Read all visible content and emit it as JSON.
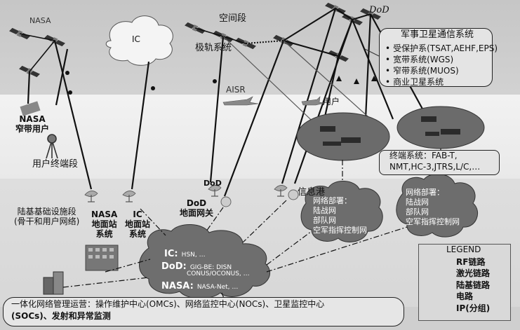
{
  "title_space": "空间段",
  "label_nasa": "NASA",
  "label_dod": "DoD",
  "label_ic_cloud": "IC",
  "label_polar": "极轨系统",
  "label_aisr": "AISR",
  "label_user": "用户",
  "label_nasa_user": "NASA\n窄带用户",
  "label_user_terminal_segment": "用户终端段",
  "label_ground_infra": "陆基基础设施段\n(骨干和用户网络)",
  "label_nasa_station": "NASA\n地面站\n系统",
  "label_ic_station": "IC\n地面站\n系统",
  "label_dod_gateway": "DoD\n地面网关",
  "label_dod_small": "DoD",
  "label_teleport": "信息港",
  "milsat": {
    "title": "军事卫星通信系统",
    "items": [
      "受保护系(TSAT,AEHF,EPS)",
      "宽带系统(WGS)",
      "窄带系统(MUOS)",
      "商业卫星系统"
    ]
  },
  "terminal": {
    "line1": "终端系统：FAB-T,",
    "line2": "NMT,HC-3,JTRS,L/C,…"
  },
  "network_left": [
    "网络部署：",
    "陆战网",
    "部队网",
    "空军指挥控制网"
  ],
  "network_right": [
    "网络部署：",
    "陆战网",
    "部队网",
    "空军指挥控制网"
  ],
  "cloud": {
    "ic_label": "IC:",
    "ic_value": "HSN, …",
    "dod_label": "DoD:",
    "dod_value1": "GIG-BE: DISN",
    "dod_value2": "CONUS/OCONUS, …",
    "nasa_label": "NASA:",
    "nasa_value": "NASA-Net, …"
  },
  "legend": {
    "title": "LEGEND",
    "items": [
      "RF链路",
      "激光链路",
      "陆基链路",
      "电路",
      "IP(分组)"
    ]
  },
  "bottom": {
    "line1": "一体化网络管理运营：操作维护中心(OMCs)、网络监控中心(NOCs)、卫星监控中心",
    "line2": "(SOCs)、发射和异常监测"
  }
}
